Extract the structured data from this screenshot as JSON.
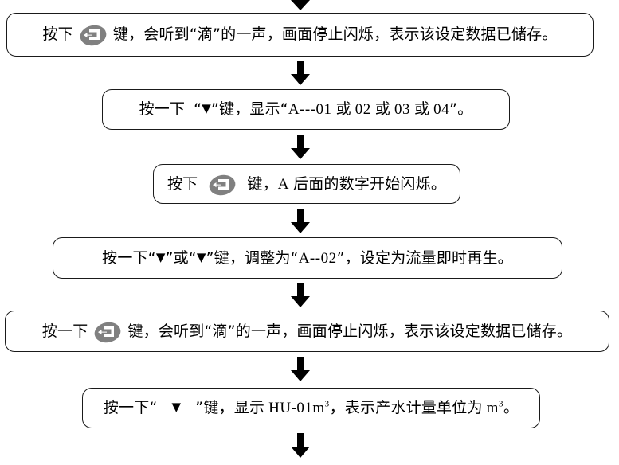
{
  "document": {
    "type": "vertical-flowchart",
    "language": "zh-CN",
    "background_color": "#ffffff",
    "line_color": "#1a1a1a",
    "icon_color": "#808080"
  },
  "icons": {
    "enter_key": "enter-key-icon"
  },
  "steps": [
    {
      "id": "step-1",
      "segments": [
        {
          "kind": "text",
          "value": "按下"
        },
        {
          "kind": "icon",
          "value": "enter-key-icon"
        },
        {
          "kind": "text",
          "value": "键，会听到“滴”的一声，画面停止闪烁，表示该设定数据已储存。"
        }
      ],
      "plain": "按下 [回] 键，会听到“滴”的一声，画面停止闪烁，表示该设定数据已储存。"
    },
    {
      "id": "step-2",
      "segments": [
        {
          "kind": "text",
          "value": "按一下"
        },
        {
          "kind": "text",
          "value": "“"
        },
        {
          "kind": "triangle",
          "value": "▼"
        },
        {
          "kind": "text",
          "value": "”键，显示“"
        },
        {
          "kind": "latin",
          "value": "A---01"
        },
        {
          "kind": "text",
          "value": "或"
        },
        {
          "kind": "latin",
          "value": "02"
        },
        {
          "kind": "text",
          "value": "或"
        },
        {
          "kind": "latin",
          "value": "03"
        },
        {
          "kind": "text",
          "value": "或"
        },
        {
          "kind": "latin",
          "value": "04"
        },
        {
          "kind": "text",
          "value": "”。"
        }
      ],
      "plain": "按一下 “▼”键，显示“A---01 或 02 或 03 或 04”。"
    },
    {
      "id": "step-3",
      "segments": [
        {
          "kind": "text",
          "value": "按下"
        },
        {
          "kind": "icon",
          "value": "enter-key-icon"
        },
        {
          "kind": "text",
          "value": "键，"
        },
        {
          "kind": "latin",
          "value": "A"
        },
        {
          "kind": "text",
          "value": "后面的数字开始闪烁。"
        }
      ],
      "plain": "按下 [回] 键，A 后面的数字开始闪烁。"
    },
    {
      "id": "step-4",
      "segments": [
        {
          "kind": "text",
          "value": "按一下“"
        },
        {
          "kind": "triangle",
          "value": "▼"
        },
        {
          "kind": "text",
          "value": "”或“"
        },
        {
          "kind": "triangle",
          "value": "▼"
        },
        {
          "kind": "text",
          "value": "”键，调整为“"
        },
        {
          "kind": "latin",
          "value": "A--02"
        },
        {
          "kind": "text",
          "value": "”，设定为流量即时再生。"
        }
      ],
      "plain": "按一下“▼”或“▼”键，调整为“A--02”，设定为流量即时再生。"
    },
    {
      "id": "step-5",
      "segments": [
        {
          "kind": "text",
          "value": "按一下"
        },
        {
          "kind": "icon",
          "value": "enter-key-icon"
        },
        {
          "kind": "text",
          "value": "键，会听到“滴”的一声，画面停止闪烁，表示该设定数据已储存。"
        }
      ],
      "plain": "按一下 [回] 键，会听到“滴”的一声，画面停止闪烁，表示该设定数据已储存。"
    },
    {
      "id": "step-6",
      "segments": [
        {
          "kind": "text",
          "value": "按一下“"
        },
        {
          "kind": "triangle",
          "value": "▼"
        },
        {
          "kind": "text",
          "value": "”键，显示"
        },
        {
          "kind": "latin",
          "value": "HU-01m"
        },
        {
          "kind": "sup",
          "value": "3"
        },
        {
          "kind": "text",
          "value": "，表示产水计量单位为"
        },
        {
          "kind": "latin",
          "value": "m"
        },
        {
          "kind": "sup",
          "value": "3"
        },
        {
          "kind": "text",
          "value": "。"
        }
      ],
      "plain": "按一下“ ▼ ”键，显示 HU-01m³，表示产水计量单位为 m³。"
    }
  ],
  "connectors": [
    {
      "id": "arrow-top-partial",
      "from": "above-image",
      "to": "step-1",
      "partial": true
    },
    {
      "id": "arrow-1-2",
      "from": "step-1",
      "to": "step-2",
      "partial": false
    },
    {
      "id": "arrow-2-3",
      "from": "step-2",
      "to": "step-3",
      "partial": false
    },
    {
      "id": "arrow-3-4",
      "from": "step-3",
      "to": "step-4",
      "partial": false
    },
    {
      "id": "arrow-4-5",
      "from": "step-4",
      "to": "step-5",
      "partial": false
    },
    {
      "id": "arrow-5-6",
      "from": "step-5",
      "to": "step-6",
      "partial": false
    },
    {
      "id": "arrow-bottom-partial",
      "from": "step-6",
      "to": "below-image",
      "partial": true
    }
  ]
}
